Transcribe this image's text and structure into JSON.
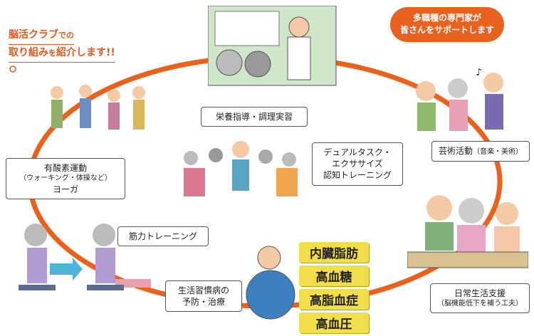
{
  "intro": {
    "line1_main": "脳活クラブ",
    "line1_suffix": "での",
    "line2_main": "取り組み",
    "line2_mid": "を",
    "line2_end": "紹介します!!"
  },
  "speech": {
    "line1": "多職種の専門家が",
    "line2": "皆さんをサポートします"
  },
  "labels": {
    "nutrition": "栄養指導・調理実習",
    "arts": "芸術活動",
    "arts_sub": "（音楽・美術）",
    "dual_task_l1": "デュアルタスク・",
    "dual_task_l2": "エクササイズ",
    "dual_task_l3": "認知トレーニング",
    "aerobic_l1": "有酸素運動",
    "aerobic_l2": "（ウォーキング・体操など）",
    "aerobic_l3": "ヨーガ",
    "strength": "筋力トレーニング",
    "lifestyle_l1": "生活習慣病の",
    "lifestyle_l2": "予防・治療",
    "daily_life_l1": "日常生活支援",
    "daily_life_l2": "（脳機能低下を補う工夫）"
  },
  "diseases": [
    "内臓脂肪",
    "高血糖",
    "高脂血症",
    "高血圧"
  ],
  "colors": {
    "ring": "#e8621f",
    "accent_text": "#e0581e",
    "disease_bg": "#f2dd4a"
  }
}
